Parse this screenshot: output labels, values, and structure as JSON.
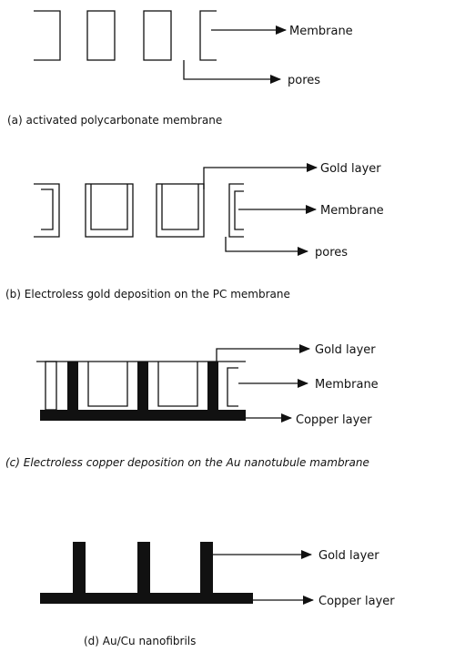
{
  "panel_a": {
    "labels": {
      "membrane": "Membrane",
      "pores": "pores"
    },
    "caption": "(a) activated polycarbonate membrane"
  },
  "panel_b": {
    "labels": {
      "gold": "Gold layer",
      "membrane": "Membrane",
      "pores": "pores"
    },
    "caption": "(b) Electroless gold deposition on the PC membrane"
  },
  "panel_c": {
    "labels": {
      "gold": "Gold layer",
      "membrane": "Membrane",
      "copper": "Copper layer"
    },
    "caption": "(c) Electroless copper deposition on the Au nanotubule mambrane"
  },
  "panel_d": {
    "labels": {
      "gold": "Gold layer",
      "copper": "Copper layer"
    },
    "caption": "(d) Au/Cu nanofibrils"
  }
}
